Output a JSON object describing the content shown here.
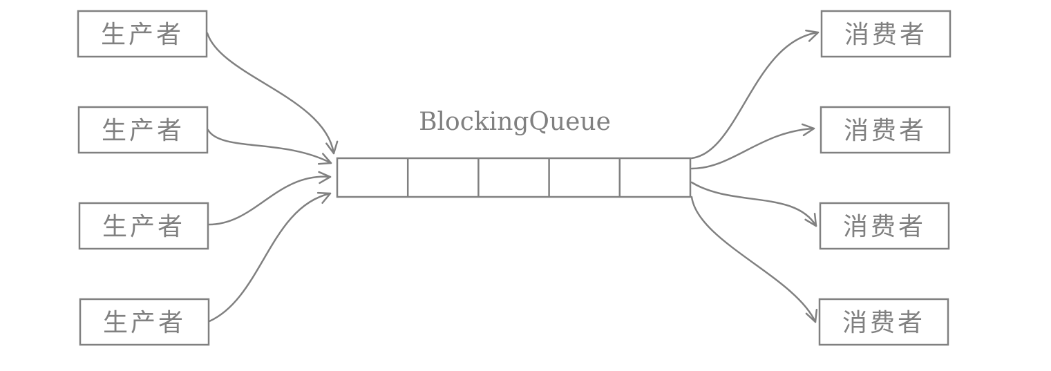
{
  "diagram": {
    "queue": {
      "title": "BlockingQueue",
      "slots": 5
    },
    "producers": [
      {
        "label": "生产者"
      },
      {
        "label": "生产者"
      },
      {
        "label": "生产者"
      },
      {
        "label": "生产者"
      }
    ],
    "consumers": [
      {
        "label": "消费者"
      },
      {
        "label": "消费者"
      },
      {
        "label": "消费者"
      },
      {
        "label": "消费者"
      }
    ],
    "colors": {
      "stroke": "#808080",
      "text": "#808080",
      "background": "#ffffff"
    }
  }
}
